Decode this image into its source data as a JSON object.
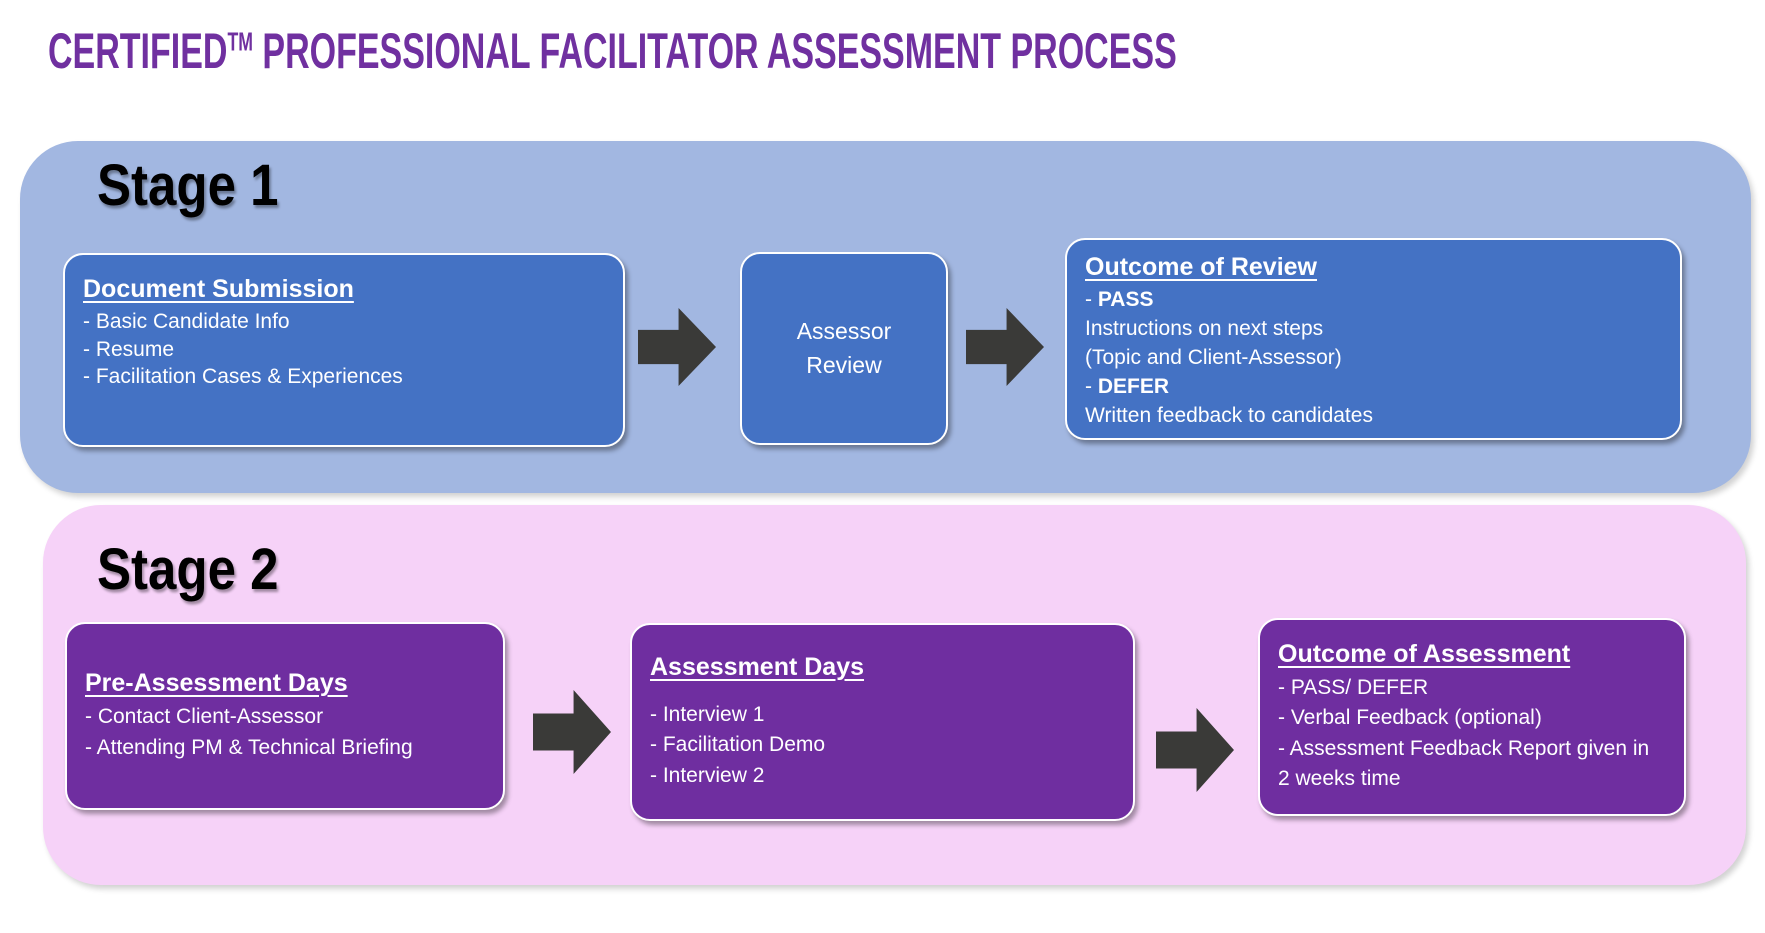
{
  "title": {
    "main": "CERTIFIED",
    "superscript": "TM",
    "rest": " PROFESSIONAL FACILITATOR ASSESSMENT PROCESS"
  },
  "colors": {
    "title_text": "#7030A0",
    "stage1_background": "#A2B7E1",
    "stage1_box": "#4472C4",
    "stage2_background": "#F6D2F8",
    "stage2_box": "#6F2EA0",
    "arrow": "#3A3A38",
    "box_text": "#FFFFFF",
    "stage_label_text": "#000000"
  },
  "stage1": {
    "label": "Stage 1",
    "doc_box": {
      "heading": "Document Submission",
      "items": [
        "- Basic Candidate Info",
        "- Resume",
        "- Facilitation Cases & Experiences"
      ]
    },
    "review_box": {
      "text": "Assessor\nReview"
    },
    "outcome_box": {
      "heading": "Outcome of Review",
      "pass_dash": "- ",
      "pass_label": "PASS",
      "pass_line1": "Instructions on next steps",
      "pass_line2": "(Topic and Client-Assessor)",
      "defer_dash": "- ",
      "defer_label": "DEFER",
      "defer_line": "Written feedback to candidates"
    }
  },
  "stage2": {
    "label": "Stage 2",
    "pre_box": {
      "heading": "Pre-Assessment Days",
      "items": [
        "- Contact Client-Assessor",
        "- Attending PM & Technical Briefing"
      ]
    },
    "days_box": {
      "heading": "Assessment Days",
      "items": [
        "- Interview 1",
        "- Facilitation Demo",
        "- Interview 2"
      ]
    },
    "outcome_box": {
      "heading": "Outcome of Assessment",
      "items": [
        "- PASS/ DEFER",
        "- Verbal Feedback (optional)",
        "- Assessment Feedback Report given in 2 weeks time"
      ]
    }
  }
}
